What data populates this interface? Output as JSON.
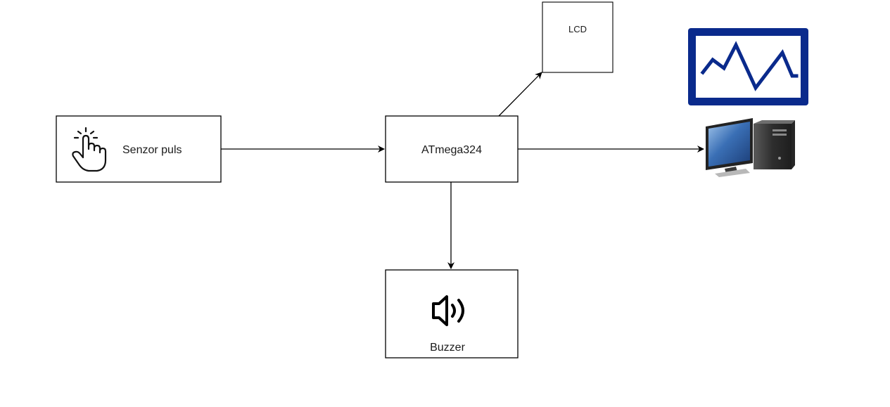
{
  "diagram": {
    "nodes": {
      "sensor": {
        "label": "Senzor puls",
        "icon": "pointing-hand-touch-icon"
      },
      "mcu": {
        "label": "ATmega324"
      },
      "lcd": {
        "label": "LCD"
      },
      "buzzer": {
        "label": "Buzzer",
        "icon": "speaker-volume-icon"
      },
      "monitor_icon": {
        "icon": "waveform-monitor-icon"
      },
      "pc_icon": {
        "icon": "desktop-computer-icon"
      }
    },
    "edges": [
      {
        "from": "sensor",
        "to": "mcu"
      },
      {
        "from": "mcu",
        "to": "lcd"
      },
      {
        "from": "mcu",
        "to": "pc_icon"
      },
      {
        "from": "mcu",
        "to": "buzzer"
      }
    ],
    "colors": {
      "stroke": "#000000",
      "monitor_blue": "#0a2a8c",
      "screen_blue": "#3a6fb5",
      "tower_gray": "#3b3b3b"
    }
  }
}
